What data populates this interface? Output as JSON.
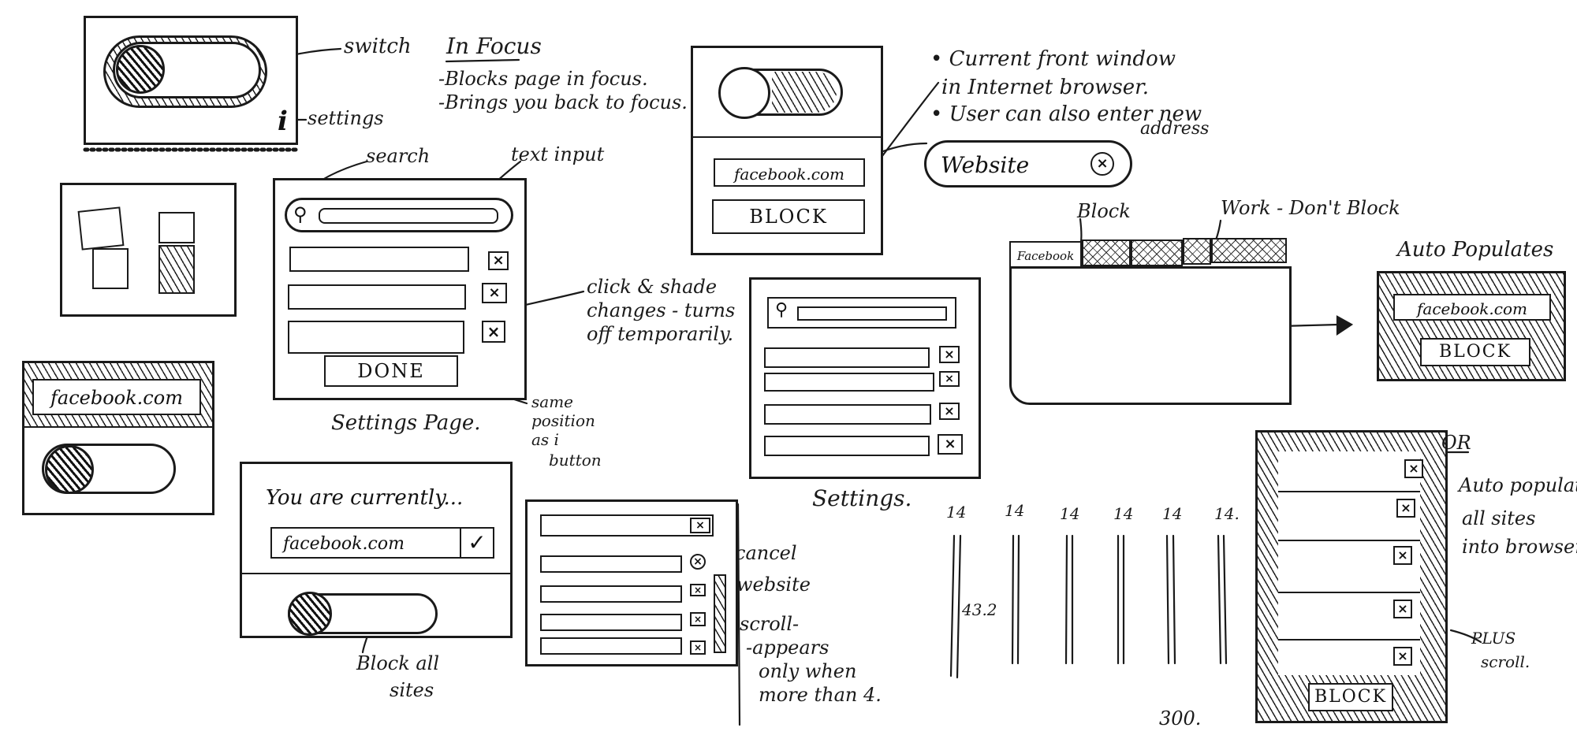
{
  "annotations": {
    "switch": "switch",
    "settings": "settings",
    "in_focus_title": "In Focus",
    "in_focus_line1": "-Blocks page in focus.",
    "in_focus_line2": "-Brings you back to focus.",
    "search": "search",
    "text_input": "text input",
    "click_shade_1": "click & shade",
    "click_shade_2": "changes - turns",
    "click_shade_3": "off temporarily.",
    "same_position_1": "same",
    "same_position_2": "position",
    "same_position_3": "as i",
    "same_position_4": "button",
    "settings_page": "Settings Page.",
    "block_all_1": "Block all",
    "block_all_2": "sites",
    "cancel": "cancel",
    "website": "website",
    "scroll_1": "scroll-",
    "scroll_2": "-appears",
    "scroll_3": "only when",
    "scroll_4": "more than 4.",
    "current_front_1": "• Current front window",
    "current_front_2": "in Internet browser.",
    "user_enter_1": "• User can also enter new",
    "user_enter_2": "address",
    "block_tab": "Block",
    "work_tab": "Work - Don't Block",
    "auto_populates": "Auto Populates",
    "settings_center": "Settings.",
    "or": "OR",
    "auto_populate_1": "Auto populate",
    "auto_populate_2": "all sites",
    "auto_populate_3": "into browser",
    "plus_scroll_1": "PLUS",
    "plus_scroll_2": "scroll.",
    "num_a": "14",
    "num_b": "14",
    "num_c": "14",
    "num_d": "14",
    "num_e": "14",
    "num_f": "14.",
    "num_432": "43.2",
    "num_300": "300."
  },
  "widgets": {
    "info_icon": "i",
    "facebook_a": "facebook.com",
    "facebook_b": "facebook.com",
    "facebook_c": "facebook.com",
    "facebook_d": "facebook.com",
    "you_are_currently": "You are currently...",
    "done": "DONE",
    "block_a": "BLOCK",
    "block_b": "BLOCK",
    "block_c": "BLOCK",
    "website_field": "Website",
    "facebook_tab": "Facebook",
    "close_x": "×",
    "check": "✓"
  }
}
